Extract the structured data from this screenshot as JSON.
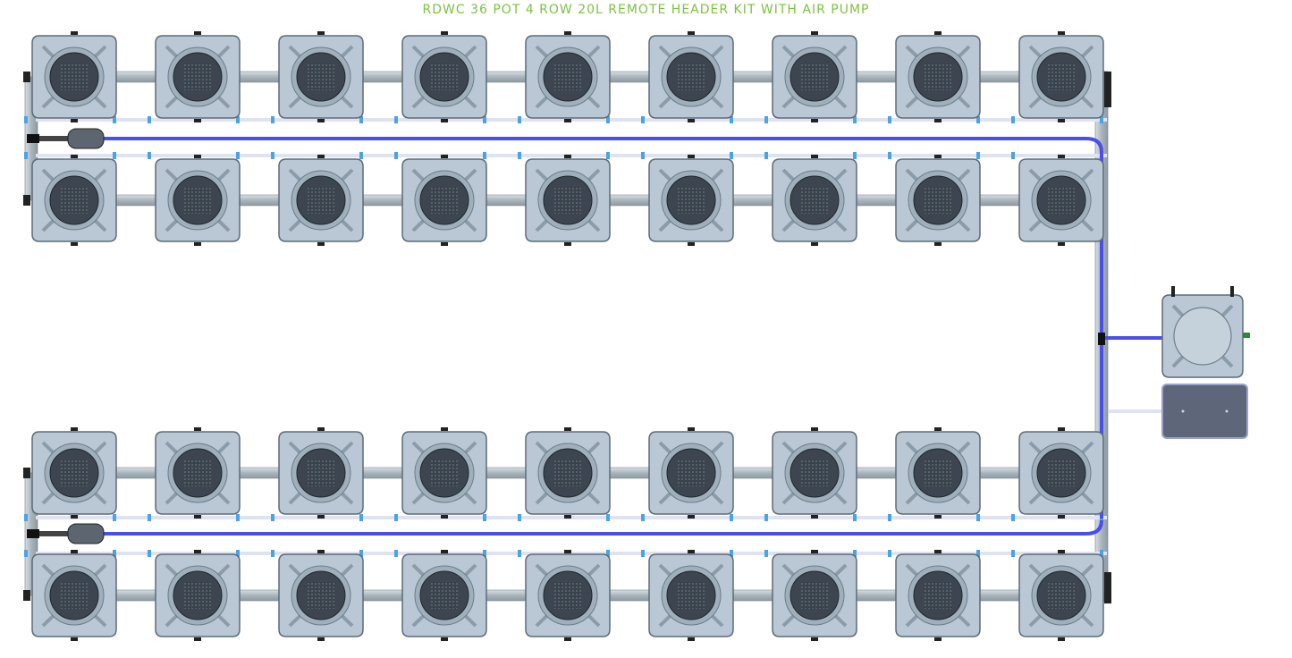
{
  "title": "RDWC 36 POT 4 ROW 20L REMOTE HEADER KIT WITH AIR PUMP",
  "colors": {
    "title": "#7cc242",
    "pot_body": "#b9c8d4",
    "pot_outline": "#5d6b78",
    "basket": "#3d4650",
    "pipe": "#aeb8bf",
    "air_line": "#4a4fe8",
    "thin_line": "#dfe3ef",
    "fitting": "#4aa2e8",
    "pump": "#5d6779"
  },
  "layout_counts": {
    "rows": 4,
    "pots_per_row": 9
  }
}
